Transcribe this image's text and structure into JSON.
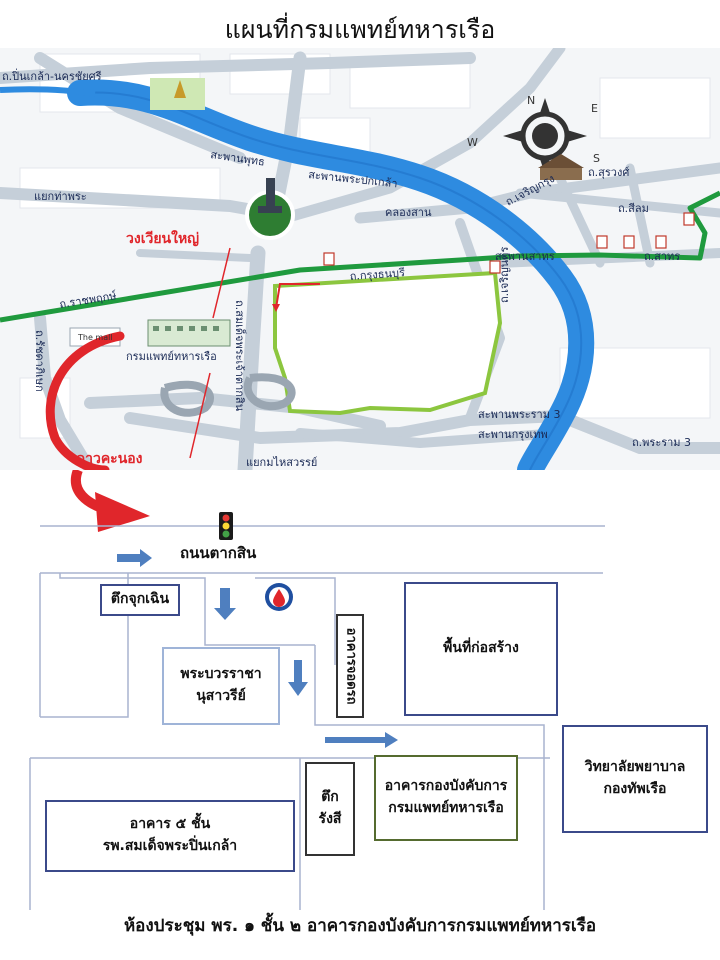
{
  "title": "แผนที่กรมแพทย์ทหารเรือ",
  "top_map": {
    "labels": {
      "pinklao_road": "ถ.ปิ่นเกล้า-นครชัยศรี",
      "phutt_bridge": "สะพานพุทธ",
      "pokklao_bridge": "สะพานพระปกเกล้า",
      "tha_phra": "แยกท่าพระ",
      "khlong_san": "คลองสาน",
      "chareon_krung": "ถ.เจริญกรุง",
      "surawong": "ถ.สุรวงศ์",
      "silom": "ถ.สีลม",
      "sathorn_bridge": "สะพานสาทร",
      "sathorn_road": "ถ.สาทร",
      "krung_thonburi": "ถ.กรุงธนบุรี",
      "ratchaphruek": "ถ.ราชพฤกษ์",
      "wongwian_yai": "วงเวียนใหญ่",
      "the_mall": "The mall",
      "navy_med_dept": "กรมแพทย์ทหารเรือ",
      "somdet_chao_phraya": "ถ.สมเด็จพระเจ้าตากสิน",
      "chareon_nakorn": "ถ.เจริญนคร",
      "ratchadaphisek": "ถ.รัชดาภิเษก",
      "rama3_bridge": "สะพานพระราม 3",
      "krungthep_bridge": "สะพานกรุงเทพ",
      "rama3_road": "ถ.พระราม 3",
      "dao_khanong": "ดาวคะนอง",
      "mahaisawan": "แยกมไหสวรรย์"
    },
    "compass": [
      "N",
      "E",
      "S",
      "W"
    ],
    "colors": {
      "river": "#2e8be0",
      "road": "#c5cfd9",
      "bts": "#1f9a3e",
      "route": "#e0262b"
    }
  },
  "bottom_map": {
    "road_label": "ถนนตากสิน",
    "emergency": "ตึกจุกเฉิน",
    "sirindhorn": [
      "พระบวรราชา",
      "นุสาวรีย์"
    ],
    "parking": "อาคารจอดรถ",
    "construction": "พื้นที่ก่อสร้าง",
    "nursing_college": [
      "วิทยาลัยพยาบาล",
      "กองทัพเรือ"
    ],
    "radiology": [
      "ตึก",
      "รังสี"
    ],
    "hq_building": [
      "อาคารกองบังคับการ",
      "กรมแพทย์ทหารเรือ"
    ],
    "pinklao_hospital": [
      "อาคาร ๕ ชั้น",
      "รพ.สมเด็จพระปิ่นเกล้า"
    ]
  },
  "footer": "ห้องประชุม พร. ๑ ชั้น ๒ อาคารกองบังคับการกรมแพทย์ทหารเรือ"
}
